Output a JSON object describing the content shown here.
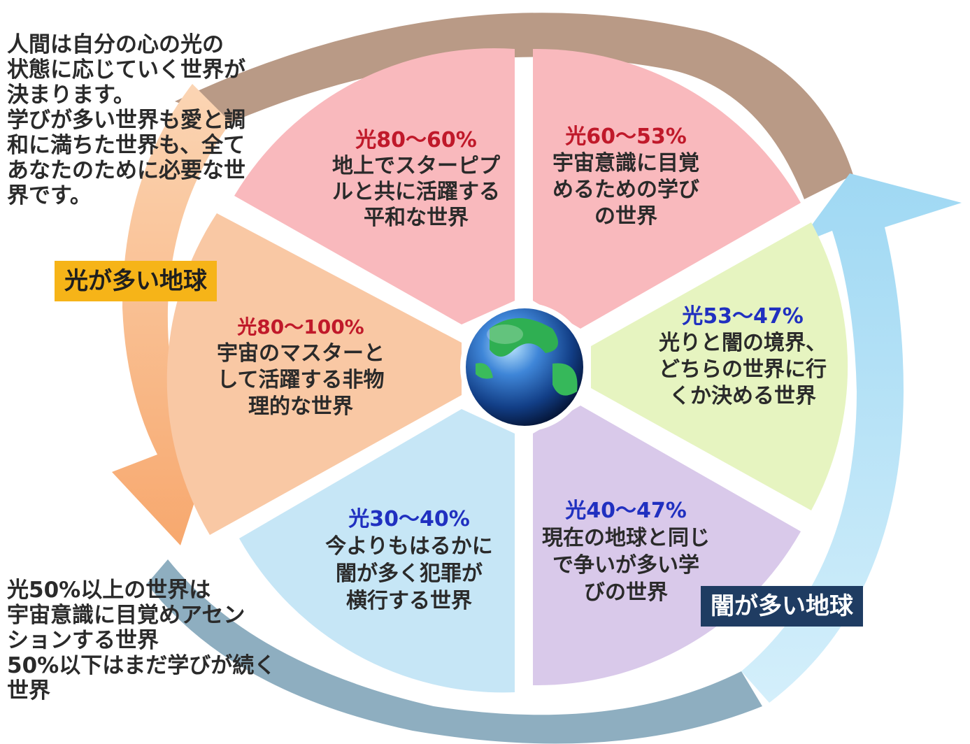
{
  "intro_note": {
    "lines": [
      "人間は自分の心の光の",
      "状態に応じていく世界が",
      "決まります。",
      "学びが多い世界も愛と調",
      "和に満ちた世界も、全て",
      "あなたのために必要な世",
      "界です。"
    ]
  },
  "bottom_note": {
    "lines": [
      "光50%以上の世界は",
      "宇宙意識に目覚めアセン",
      "ションする世界",
      "50%以下はまだ学びが続く",
      "世界"
    ]
  },
  "labels": {
    "light_earth": "光が多い地球",
    "dark_earth": "闇が多い地球"
  },
  "segments": [
    {
      "id": "seg-top-left",
      "title": "光80〜60%",
      "title_color": "#c0192a",
      "lines": [
        "地上でスターピプ",
        "ルと共に活躍する",
        "平和な世界"
      ],
      "fill": "#f9b9bd"
    },
    {
      "id": "seg-top-right",
      "title": "光60〜53%",
      "title_color": "#c0192a",
      "lines": [
        "宇宙意識に目覚",
        "めるための学び",
        "の世界"
      ],
      "fill": "#f9b9bd"
    },
    {
      "id": "seg-right",
      "title": "光53〜47%",
      "title_color": "#2030c0",
      "lines": [
        "光りと闇の境界、",
        "どちらの世界に行",
        "くか決める世界"
      ],
      "fill": "#e6f4c0"
    },
    {
      "id": "seg-bottom-right",
      "title": "光40〜47%",
      "title_color": "#2030c0",
      "lines": [
        "現在の地球と同じ",
        "で争いが多い学",
        "びの世界"
      ],
      "fill": "#d9c9ea"
    },
    {
      "id": "seg-bottom-left",
      "title": "光30〜40%",
      "title_color": "#2030c0",
      "lines": [
        "今よりもはるかに",
        "闇が多く犯罪が",
        "横行する世界"
      ],
      "fill": "#c6e6f6"
    },
    {
      "id": "seg-left",
      "title": "光80〜100%",
      "title_color": "#c0192a",
      "lines": [
        "宇宙のマスターと",
        "して活躍する非物",
        "理的な世界"
      ],
      "fill": "#f9c8a4"
    }
  ],
  "colors": {
    "arrow_brown": "#b99a86",
    "arrow_orange": "#f7b27e",
    "arrow_blue": "#a8dcf4",
    "arrow_gray": "#8eaec0"
  },
  "globe_icon": "earth-globe-icon"
}
